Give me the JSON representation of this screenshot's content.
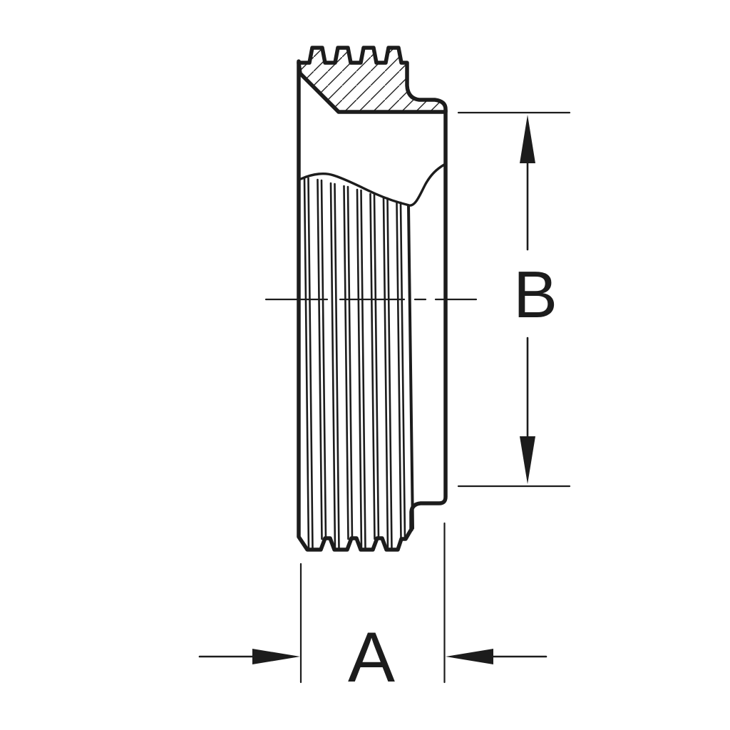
{
  "figure": {
    "type": "technical-line-drawing",
    "description": "Sectioned side view of an externally threaded sanitary ferrule fitting with hatched cut section, thread crest lines, centerline, and two dimension callouts",
    "background_color": "#ffffff",
    "line_color": "#1c1c1c"
  },
  "dimensions": {
    "a": {
      "label": "A",
      "orientation": "horizontal"
    },
    "b": {
      "label": "B",
      "orientation": "vertical"
    }
  }
}
